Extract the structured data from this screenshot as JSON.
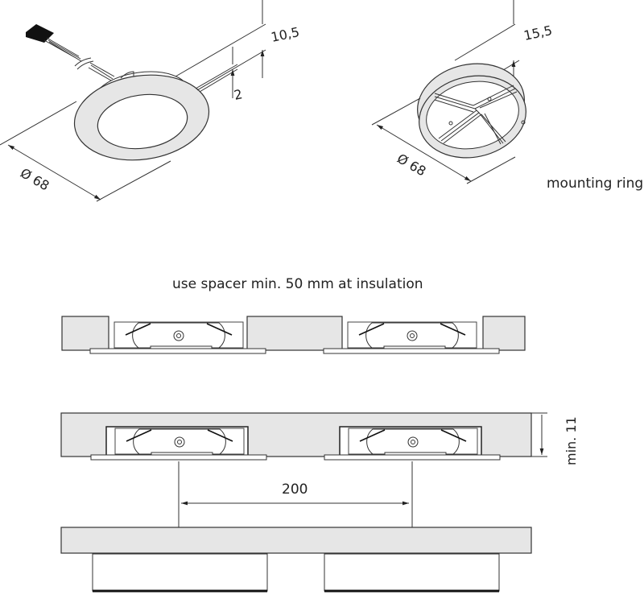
{
  "top_left": {
    "dim_height": "10,5",
    "dim_flange": "2",
    "dim_diameter": "Ø 68"
  },
  "top_right": {
    "dim_height": "15,5",
    "dim_diameter": "Ø 68",
    "caption": "mounting ring"
  },
  "section": {
    "note": "use spacer min. 50 mm at insulation",
    "dim_min": "min. 11",
    "dim_spacing": "200"
  },
  "colors": {
    "fill": "#e6e6e6",
    "line": "#333333",
    "connector": "#111111"
  }
}
